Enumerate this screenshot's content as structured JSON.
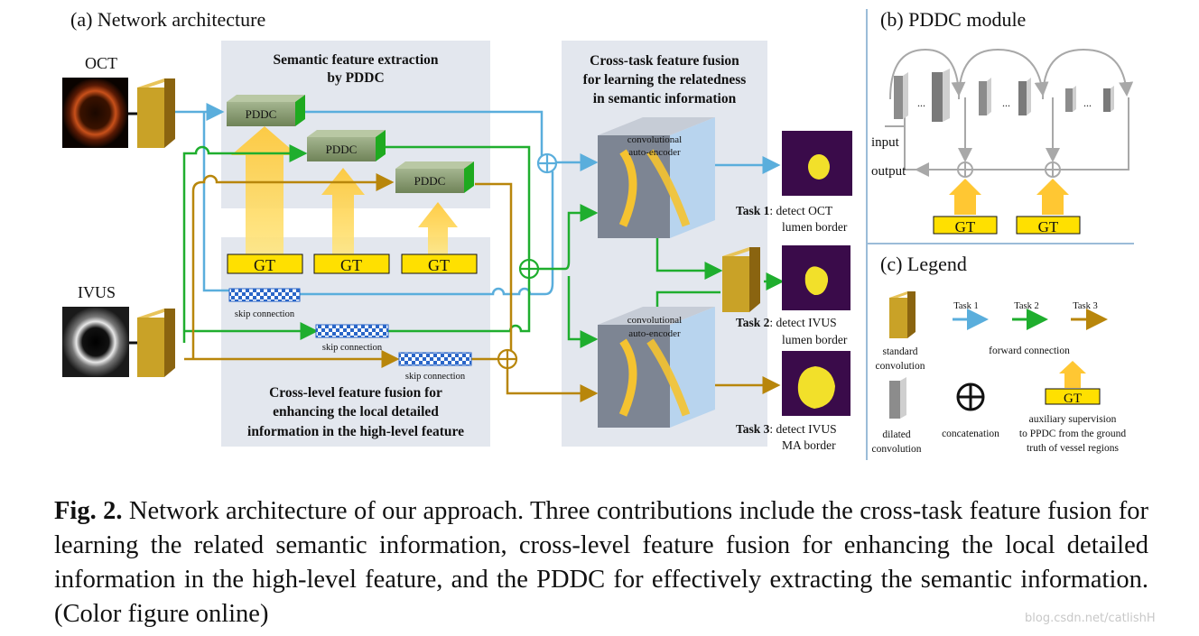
{
  "panels": {
    "a_title": "(a) Network architecture",
    "b_title": "(b) PDDC module",
    "c_title": "(c) Legend"
  },
  "inputs": {
    "oct_label": "OCT",
    "ivus_label": "IVUS"
  },
  "sections": {
    "semantic_line1": "Semantic feature extraction",
    "semantic_line2": "by PDDC",
    "crosslevel_line1": "Cross-level feature fusion for",
    "crosslevel_line2": "enhancing the local detailed",
    "crosslevel_line3": "information in the high-level feature",
    "crosstask_line1": "Cross-task feature fusion",
    "crosstask_line2": "for learning the relatedness",
    "crosstask_line3": "in semantic information"
  },
  "blocks": {
    "pddc": "PDDC",
    "gt": "GT",
    "skip": "skip connection",
    "cae_line1": "convolutional",
    "cae_line2": "auto-encoder"
  },
  "tasks": [
    {
      "bold": "Task 1",
      "rest": ": detect OCT",
      "line2": "lumen border"
    },
    {
      "bold": "Task 2",
      "rest": ": detect IVUS",
      "line2": "lumen border"
    },
    {
      "bold": "Task 3",
      "rest": ": detect IVUS",
      "line2": "MA border"
    }
  ],
  "pddc_module": {
    "input": "input",
    "output": "output",
    "dots": "..."
  },
  "legend": {
    "task1": "Task 1",
    "task2": "Task 2",
    "task3": "Task 3",
    "standard_conv_1": "standard",
    "standard_conv_2": "convolution",
    "forward": "forward connection",
    "dilated_conv_1": "dilated",
    "dilated_conv_2": "convolution",
    "concat": "concatenation",
    "aux_1": "auxiliary supervision",
    "aux_2": "to PPDC from the ground",
    "aux_3": "truth of vessel regions",
    "gt": "GT"
  },
  "colors": {
    "task1": "#5aaedc",
    "task2": "#1fae2e",
    "task3": "#b8860b",
    "panel_bg": "#e3e7ee",
    "gt_fill": "#ffe000",
    "gt_arrow": "#ffd54a",
    "divider": "#9bbcd8"
  },
  "caption": {
    "label": "Fig. 2.",
    "text": " Network architecture of our approach. Three contributions include the cross-task feature fusion for learning the related semantic information, cross-level feature fusion for enhancing the local detailed information in the high-level feature, and the PDDC for effectively extracting the semantic information. (Color figure online)"
  },
  "watermark": "blog.csdn.net/catlishH"
}
